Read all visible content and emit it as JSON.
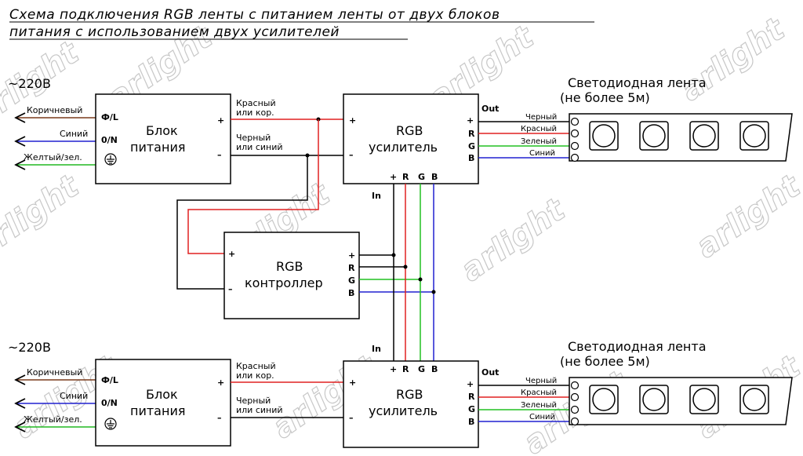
{
  "title_line1": "Схема подключения RGB ленты с питанием ленты от двух блоков",
  "title_line2": "питания с использованием двух усилителей",
  "watermark": "arlight",
  "mains": "~220В",
  "wires_in": {
    "brown": "Коричневый",
    "blue": "Синий",
    "yellow": "Желтый/зел."
  },
  "psu_pins": {
    "l": "Ф/L",
    "n": "0/N",
    "plus": "+",
    "minus": "–"
  },
  "psu": {
    "line1": "Блок",
    "line2": "питания"
  },
  "psu_out": {
    "red1": "Красный",
    "red2": "или кор.",
    "black1": "Черный",
    "black2": "или синий"
  },
  "amp": {
    "line1": "RGB",
    "line2": "усилитель",
    "in": "In",
    "out": "Out"
  },
  "ctrl": {
    "line1": "RGB",
    "line2": "контроллер"
  },
  "pins": {
    "plus": "+",
    "minus": "–",
    "r": "R",
    "g": "G",
    "b": "B"
  },
  "strip": {
    "line1": "Светодиодная лента",
    "line2": "(не более 5м)"
  },
  "strip_wires": {
    "black": "Черный",
    "red": "Красный",
    "green": "Зеленый",
    "blue": "Синий"
  },
  "colors": {
    "red": "#e02020",
    "green": "#22c022",
    "blue": "#2020d0",
    "brown": "#7a3b1b",
    "yellow": "#22b822",
    "black": "#000000"
  }
}
